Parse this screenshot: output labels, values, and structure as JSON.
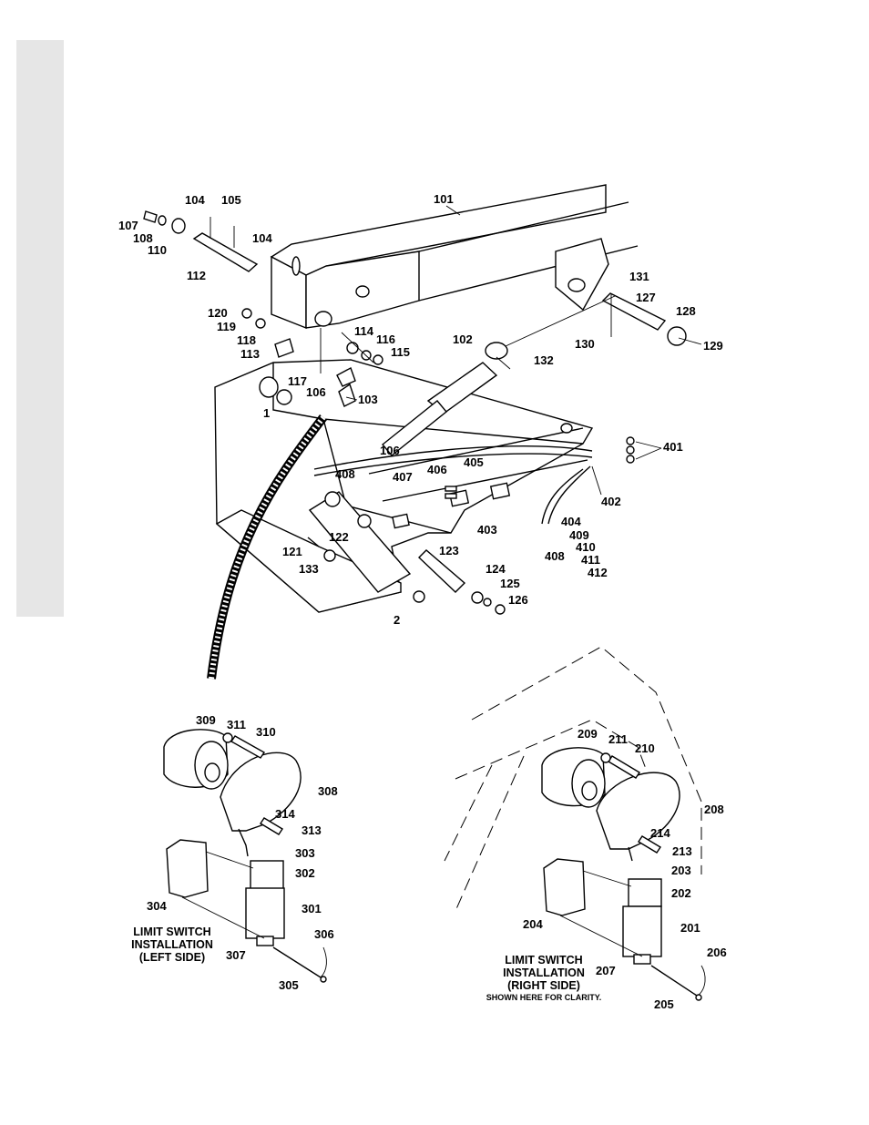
{
  "callouts": {
    "c1": "1",
    "c2": "2",
    "c101": "101",
    "c102": "102",
    "c103": "103",
    "c104a": "104",
    "c104b": "104",
    "c105": "105",
    "c106a": "106",
    "c106b": "106",
    "c107": "107",
    "c108": "108",
    "c110": "110",
    "c112": "112",
    "c113": "113",
    "c114": "114",
    "c115": "115",
    "c116": "116",
    "c117": "117",
    "c118": "118",
    "c119": "119",
    "c120": "120",
    "c121": "121",
    "c122": "122",
    "c123": "123",
    "c124": "124",
    "c125": "125",
    "c126": "126",
    "c127": "127",
    "c128": "128",
    "c129": "129",
    "c130": "130",
    "c131": "131",
    "c132": "132",
    "c133": "133",
    "c401": "401",
    "c402": "402",
    "c403": "403",
    "c404": "404",
    "c405": "405",
    "c406": "406",
    "c407": "407",
    "c408a": "408",
    "c408b": "408",
    "c409": "409",
    "c410": "410",
    "c411": "411",
    "c412": "412",
    "c301": "301",
    "c302": "302",
    "c303": "303",
    "c304": "304",
    "c305": "305",
    "c306": "306",
    "c307": "307",
    "c308": "308",
    "c309": "309",
    "c310": "310",
    "c311": "311",
    "c313": "313",
    "c314": "314",
    "c201": "201",
    "c202": "202",
    "c203": "203",
    "c204": "204",
    "c205": "205",
    "c206": "206",
    "c207": "207",
    "c208": "208",
    "c209": "209",
    "c210": "210",
    "c211": "211",
    "c213": "213",
    "c214": "214"
  },
  "captions": {
    "left_line1": "LIMIT SWITCH",
    "left_line2": "INSTALLATION",
    "left_line3": "(LEFT SIDE)",
    "right_line1": "LIMIT SWITCH",
    "right_line2": "INSTALLATION",
    "right_line3": "(RIGHT SIDE)",
    "right_note": "SHOWN HERE FOR CLARITY."
  }
}
